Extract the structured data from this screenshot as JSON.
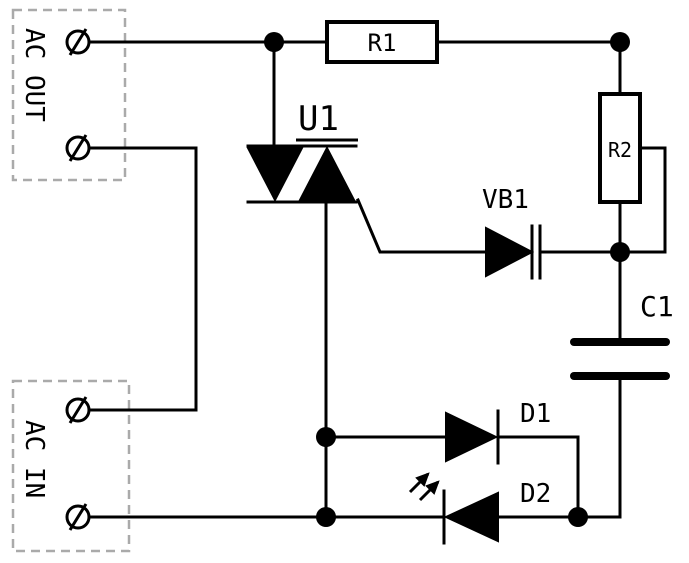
{
  "connectors": {
    "ac_out": {
      "label": "AC OUT"
    },
    "ac_in": {
      "label": "AC IN"
    }
  },
  "components": {
    "r1": {
      "label": "R1"
    },
    "r2": {
      "label": "R2"
    },
    "u1": {
      "label": "U1"
    },
    "vb1": {
      "label": "VB1"
    },
    "c1": {
      "label": "C1"
    },
    "d1": {
      "label": "D1"
    },
    "d2": {
      "label": "D2"
    }
  }
}
